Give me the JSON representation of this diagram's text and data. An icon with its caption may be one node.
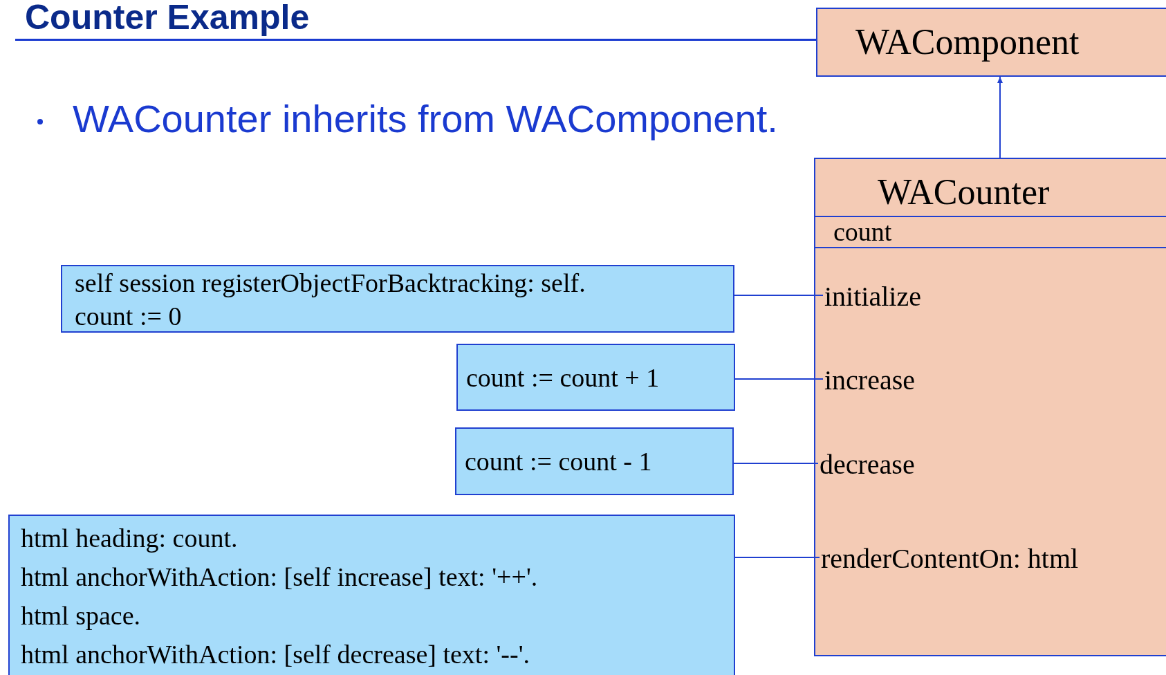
{
  "diagram": {
    "title": "Counter Example",
    "nodes": [
      {
        "text": [
          "WAComponent"
        ]
      },
      {
        "text": [
          "WACounter",
          "count"
        ]
      },
      {
        "text": [
          "initialize"
        ],
        "in": 1
      },
      {
        "text": [
          "increase"
        ],
        "in": 1
      },
      {
        "text": [
          "decrease"
        ],
        "in": 1
      },
      {
        "text": [
          "renderContentOn: html"
        ],
        "in": 1
      },
      {
        "text": [
          "self session registerObjectForBacktracking: self.",
          "count := 0"
        ]
      },
      {
        "text": [
          "count := count + 1"
        ]
      },
      {
        "text": [
          "count := count - 1"
        ]
      },
      {
        "text": [
          "html heading: count.",
          "html anchorWithAction: [self increase] text: '++'.",
          "html space.",
          "html anchorWithAction: [self decrease] text: '--'."
        ]
      }
    ],
    "edges": [
      {
        "from": 1,
        "to": 0,
        "arrow": "to"
      },
      {
        "from": 6,
        "to": 2,
        "arrow": "none"
      },
      {
        "from": 7,
        "to": 3,
        "arrow": "none"
      },
      {
        "from": 8,
        "to": 4,
        "arrow": "none"
      },
      {
        "from": 9,
        "to": 5,
        "arrow": "none"
      }
    ],
    "labels": [
      "WACounter inherits from WAComponent."
    ]
  }
}
